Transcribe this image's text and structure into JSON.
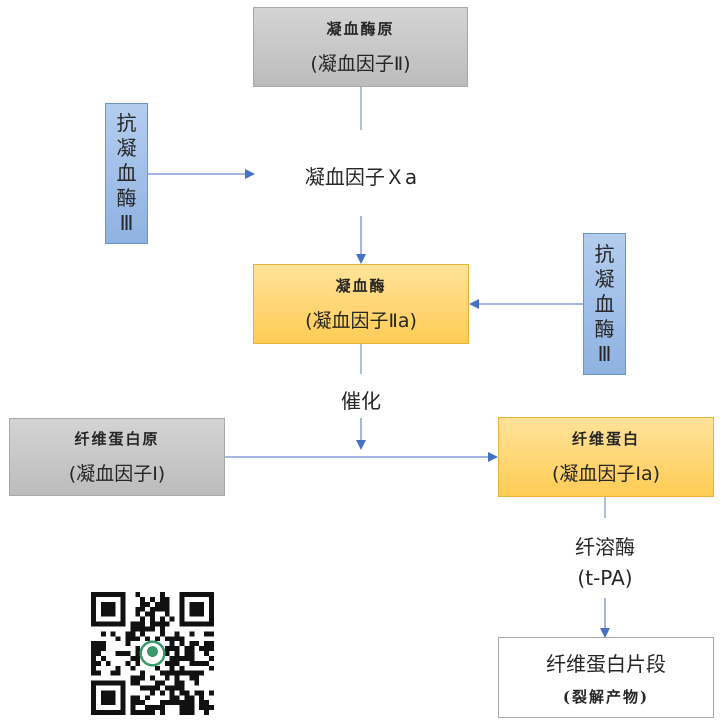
{
  "prothrombin": {
    "title": "凝血酶原",
    "sub": "(凝血因子Ⅱ)"
  },
  "factor_xa": "凝血因子Ｘa",
  "antithrombin_left": "抗凝血酶Ⅲ",
  "antithrombin_right": "抗凝血酶Ⅲ",
  "thrombin": {
    "title": "凝血酶",
    "sub": "(凝血因子Ⅱa)"
  },
  "catalysis": "催化",
  "fibrinogen": {
    "title": "纤维蛋白原",
    "sub": "(凝血因子Ⅰ)"
  },
  "fibrin": {
    "title": "纤维蛋白",
    "sub": "(凝血因子Ⅰa)"
  },
  "plasmin": {
    "name": "纤溶酶",
    "abbr": "(t-PA)"
  },
  "fdp": {
    "title": "纤维蛋白片段",
    "sub": "(裂解产物)"
  },
  "colors": {
    "arrow": "#4472c4",
    "gray": "#bfbfbf",
    "orange": "#ffd265",
    "blue": "#9dbce6"
  }
}
